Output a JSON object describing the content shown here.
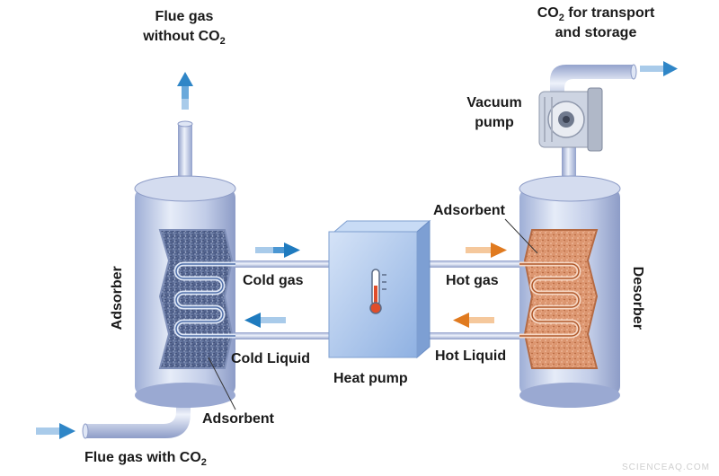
{
  "labels": {
    "flue_gas_without_co2_line1": "Flue gas",
    "flue_gas_without_co2_line2_pre": "without CO",
    "co2_for_transport_sub_pre": "CO",
    "co2_for_transport_line1_post": " for transport",
    "co2_for_transport_line2": "and storage",
    "vacuum_pump_line1": "Vacuum",
    "vacuum_pump_line2": "pump",
    "adsorbent_top": "Adsorbent",
    "adsorber": "Adsorber",
    "desorber": "Desorber",
    "cold_gas": "Cold gas",
    "hot_gas": "Hot gas",
    "cold_liquid": "Cold Liquid",
    "hot_liquid": "Hot Liquid",
    "heat_pump": "Heat pump",
    "adsorbent_bottom": "Adsorbent",
    "flue_gas_with_co2_pre": "Flue gas with CO",
    "subscript_2": "2"
  },
  "watermark": "SCIENCEAQ.COM",
  "colors": {
    "cold_arrow": "#1f7bbf",
    "hot_arrow": "#e07a1f",
    "vessel": "#b9c6e3",
    "adsorbent_cold": "#5a6f9c",
    "adsorbent_hot": "#d9926a",
    "heat_pump_box": "#8fb4e6"
  },
  "icons": [
    "thermometer-icon",
    "vacuum-pump-icon",
    "flow-arrow-icon",
    "heating-coil-icon"
  ]
}
